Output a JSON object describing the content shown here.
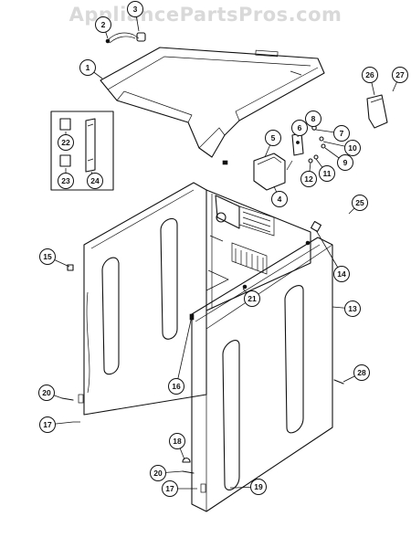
{
  "watermark": "AppliancePartsPros.com",
  "callouts": [
    {
      "label": "1"
    },
    {
      "label": "2"
    },
    {
      "label": "3"
    },
    {
      "label": "4"
    },
    {
      "label": "5"
    },
    {
      "label": "6"
    },
    {
      "label": "7"
    },
    {
      "label": "8"
    },
    {
      "label": "9"
    },
    {
      "label": "10"
    },
    {
      "label": "11"
    },
    {
      "label": "12"
    },
    {
      "label": "13"
    },
    {
      "label": "14"
    },
    {
      "label": "15"
    },
    {
      "label": "16"
    },
    {
      "label": "17"
    },
    {
      "label": "17"
    },
    {
      "label": "18"
    },
    {
      "label": "19"
    },
    {
      "label": "20"
    },
    {
      "label": "20"
    },
    {
      "label": "21"
    },
    {
      "label": "22"
    },
    {
      "label": "23"
    },
    {
      "label": "24"
    },
    {
      "label": "25"
    },
    {
      "label": "26"
    },
    {
      "label": "27"
    },
    {
      "label": "28"
    }
  ]
}
